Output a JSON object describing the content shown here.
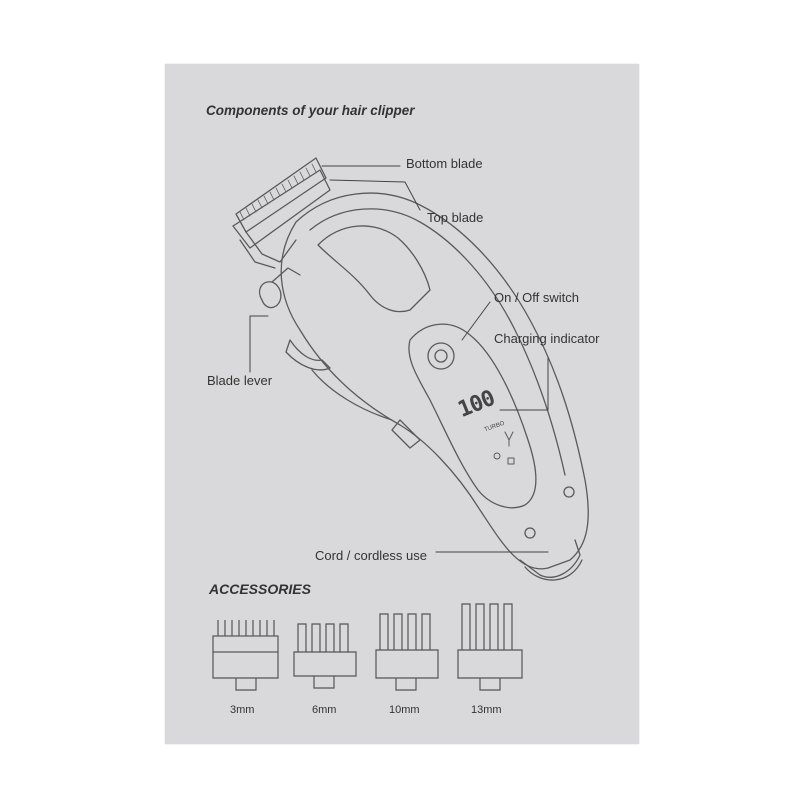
{
  "title": "Components of your hair clipper",
  "labels": {
    "bottom_blade": "Bottom blade",
    "top_blade": "Top blade",
    "on_off_switch": "On / Off switch",
    "charging_indicator": "Charging indicator",
    "blade_lever": "Blade lever",
    "cord_cordless": "Cord / cordless use"
  },
  "display": {
    "digits": "100",
    "mode": "TURBO"
  },
  "accessories": {
    "heading": "ACCESSORIES",
    "combs": [
      {
        "size": "3mm"
      },
      {
        "size": "6mm"
      },
      {
        "size": "10mm"
      },
      {
        "size": "13mm"
      }
    ]
  },
  "colors": {
    "paper": "#d9d9db",
    "ink": "#333333",
    "line": "#555555"
  }
}
